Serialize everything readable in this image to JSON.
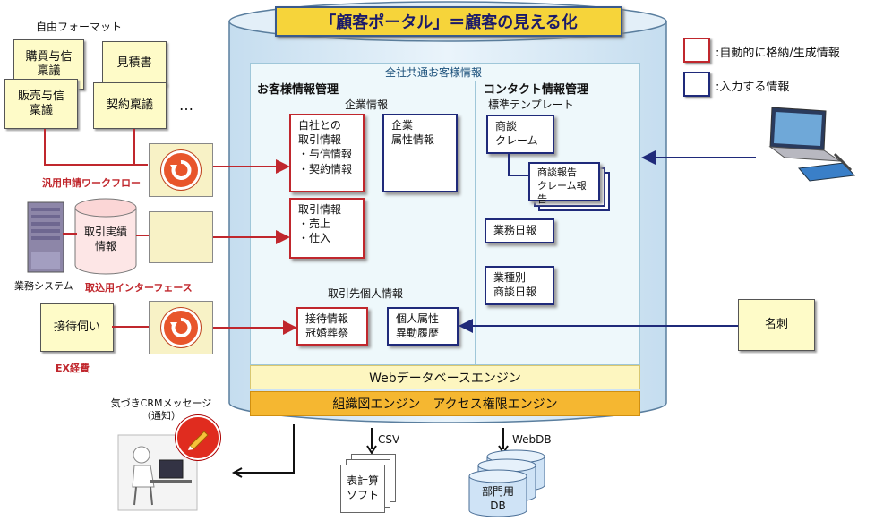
{
  "title": "「顧客ポータル」＝顧客の見える化",
  "free_format_label": "自由フォーマット",
  "docs": {
    "purchase_credit": "購買与信\n稟議",
    "estimate": "見積書",
    "sales_credit": "販売与信\n稟議",
    "contract": "契約稟議",
    "ellipsis": "…"
  },
  "workflow_label": "汎用申請ワークフロー",
  "business_system_label": "業務システム",
  "transaction_db_label": "取引実績\n情報",
  "import_interface_label": "取込用インターフェース",
  "entertainment_inquiry": "接待伺い",
  "ex_expense_label": "EX経費",
  "legend": {
    "auto_label": ":自動的に格納/生成情報",
    "input_label": ":入力する情報"
  },
  "portal": {
    "common_info": "全社共通お客様情報",
    "customer_mgmt": "お客様情報管理",
    "contact_mgmt": "コンタクト情報管理",
    "company_info": "企業情報",
    "template_label": "標準テンプレート",
    "trade_with_us": "自社との\n取引情報\n・与信情報\n・契約情報",
    "company_attributes": "企業\n属性情報",
    "trade_info": "取引情報\n・売上\n・仕入",
    "client_personal": "取引先個人情報",
    "entertainment_info": "接待情報\n冠婚葬祭",
    "personal_attributes": "個人属性\n異動履歴",
    "negotiation_claim": "商談\nクレーム",
    "negotiation_report": "商談報告\nクレーム報告",
    "daily_report": "業務日報",
    "industry_daily": "業種別\n商談日報",
    "web_db_engine": "Webデータベースエンジン",
    "org_access_engine": "組織図エンジン　アクセス権限エンジン"
  },
  "business_card": "名刺",
  "crm_message": "気づきCRMメッセージ\n（通知）",
  "csv_label": "CSV",
  "webdb_label": "WebDB",
  "spreadsheet_label": "表計算\nソフト",
  "dept_db_label": "部門用\nDB",
  "colors": {
    "red": "#c0272d",
    "blue": "#1f2a7a",
    "note": "#fefbc8",
    "cyl": "#dcebf5",
    "engine1": "#fdf6c0",
    "engine2": "#f5b731"
  }
}
